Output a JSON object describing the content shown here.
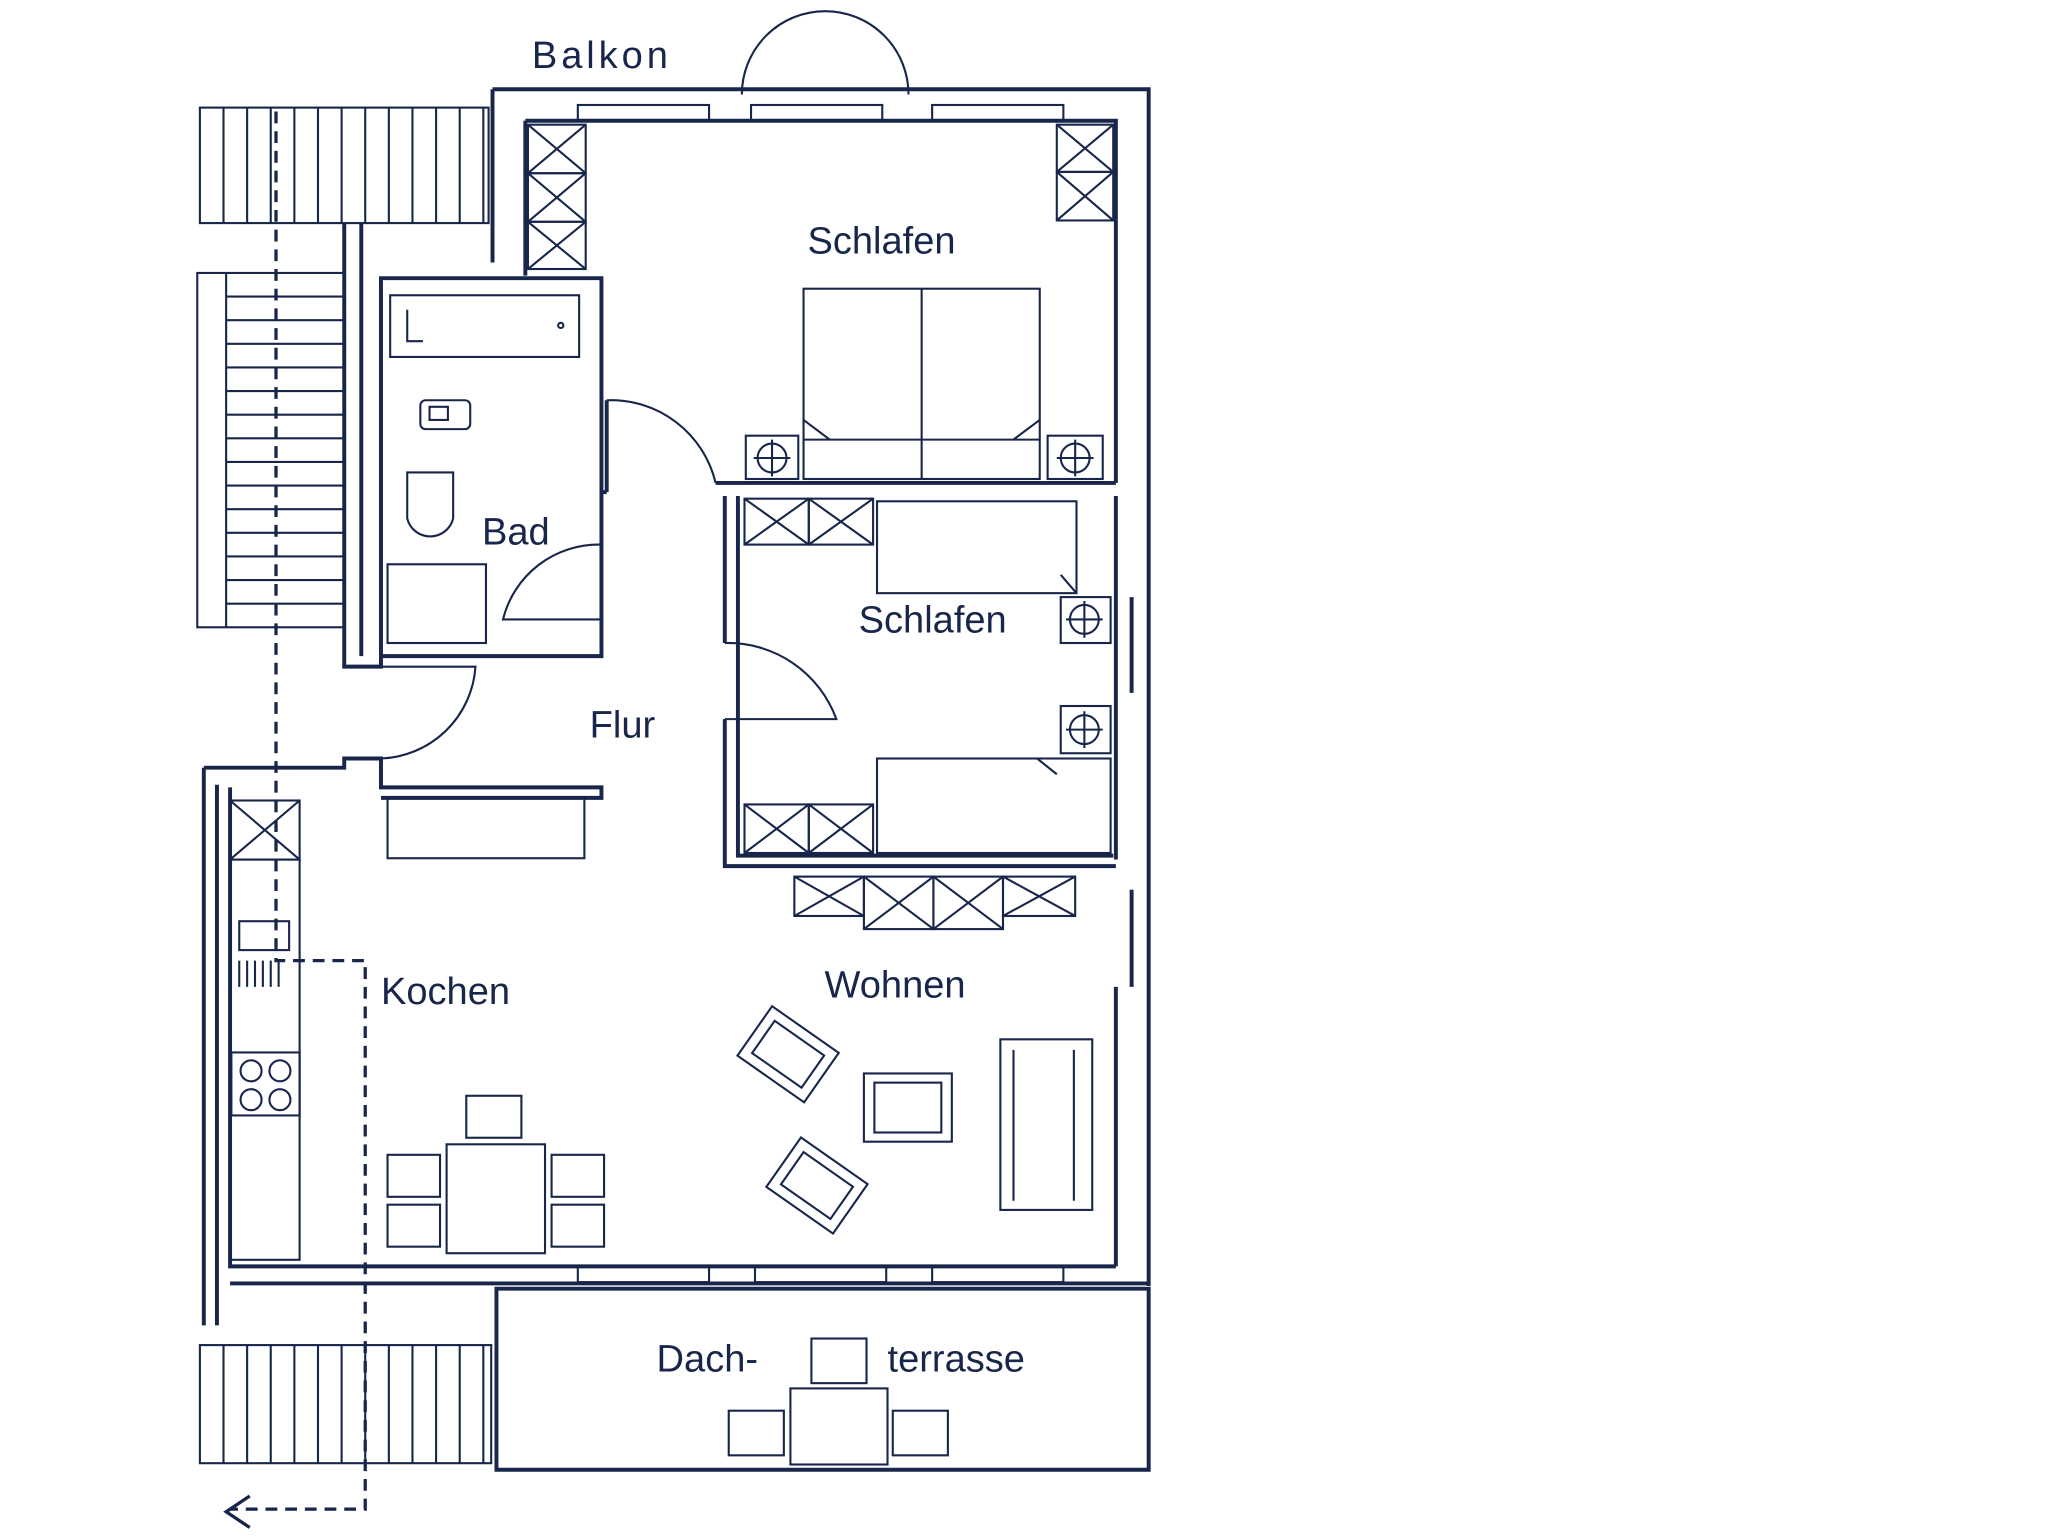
{
  "plan": {
    "rooms": {
      "balkon": "Balkon",
      "schlafen_1": "Schlafen",
      "schlafen_2": "Schlafen",
      "bad": "Bad",
      "flur": "Flur",
      "kochen": "Kochen",
      "wohnen": "Wohnen",
      "terrasse_1": "Dach-",
      "terrasse_2": "terrasse"
    },
    "line_color": "#17264a"
  }
}
